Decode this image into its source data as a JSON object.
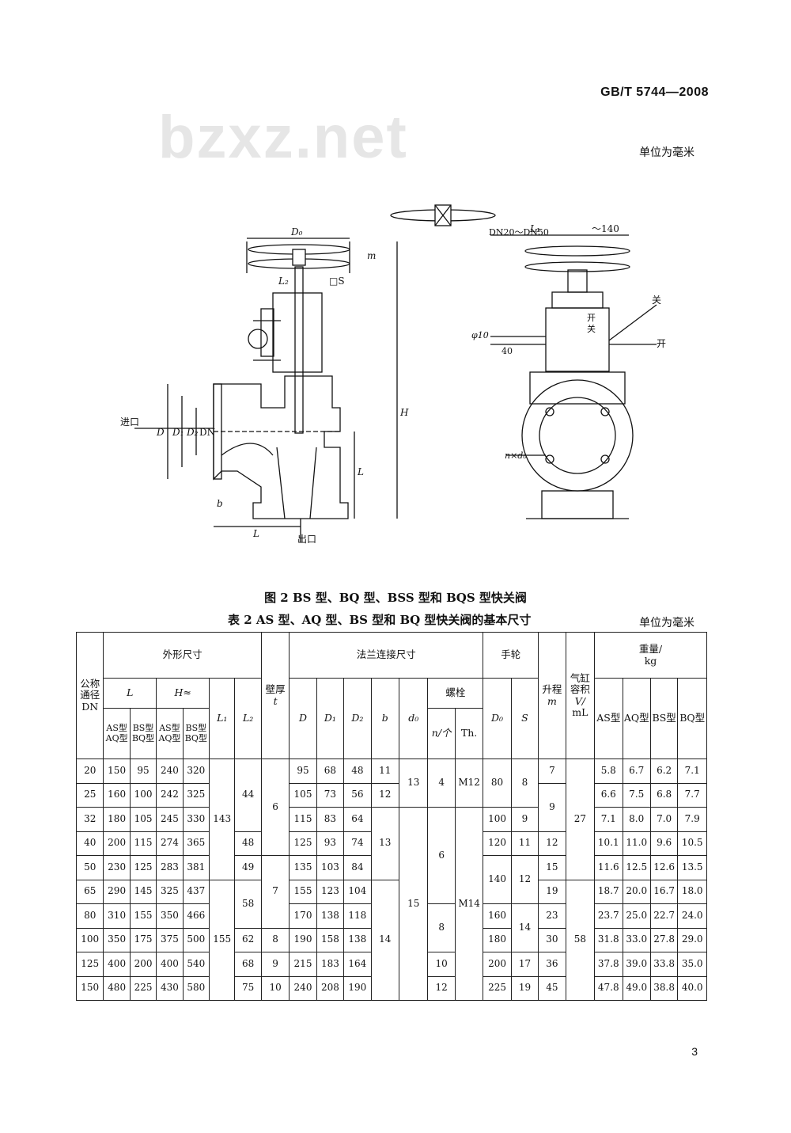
{
  "header": {
    "standard_number": "GB/T 5744—2008"
  },
  "watermark": "bzxz.net",
  "unit_note": "单位为毫米",
  "figure": {
    "caption": "图 2   BS 型、BQ 型、BSS 型和 BQS 型快关阀",
    "labels": {
      "handwheel_range": "DN20～DN50",
      "D0": "D₀",
      "m": "m",
      "L2": "L₂",
      "sq_s": "□S",
      "inlet": "进口",
      "outlet": "出口",
      "D": "D",
      "D1": "D₁",
      "D2": "D₂",
      "DN": "DN",
      "H": "H",
      "L": "L",
      "b": "b",
      "L1": "L₁",
      "approx140": "～140",
      "close_outer": "关",
      "open_mark": "开",
      "close_mark": "关",
      "open_outer": "开",
      "phi10": "φ10",
      "forty": "40",
      "n_d0": "n×d₀"
    }
  },
  "table": {
    "caption": "表 2   AS 型、AQ 型、BS 型和 BQ 型快关阀的基本尺寸",
    "unit_note": "单位为毫米",
    "headers": {
      "dn": "公称通径DN",
      "outline": "外形尺寸",
      "L": "L",
      "H": "H≈",
      "as_aq": "AS型AQ型",
      "bs_bq": "BS型BQ型",
      "L1": "L₁",
      "L2": "L₂",
      "wall": "壁厚",
      "t": "t",
      "flange": "法兰连接尺寸",
      "D": "D",
      "D1": "D₁",
      "D2": "D₂",
      "b": "b",
      "d0": "d₀",
      "bolt": "螺栓",
      "n": "n/个",
      "th": "Th.",
      "handwheel": "手轮",
      "D0": "D₀",
      "S": "S",
      "lift": "升程",
      "m": "m",
      "cyl": "气缸容积",
      "V": "V/",
      "mL": "mL",
      "weight": "重量/",
      "kg": "kg",
      "w_as": "AS型",
      "w_aq": "AQ型",
      "w_bs": "BS型",
      "w_bq": "BQ型"
    },
    "rows": [
      {
        "dn": "20",
        "l_as": "150",
        "l_bs": "95",
        "h_as": "240",
        "h_bs": "320",
        "D": "95",
        "D1": "68",
        "D2": "48",
        "b": "11",
        "m": "7",
        "w": [
          "5.8",
          "6.7",
          "6.2",
          "7.1"
        ]
      },
      {
        "dn": "25",
        "l_as": "160",
        "l_bs": "100",
        "h_as": "242",
        "h_bs": "325",
        "D": "105",
        "D1": "73",
        "D2": "56",
        "b": "12",
        "w": [
          "6.6",
          "7.5",
          "6.8",
          "7.7"
        ]
      },
      {
        "dn": "32",
        "l_as": "180",
        "l_bs": "105",
        "h_as": "245",
        "h_bs": "330",
        "D": "115",
        "D1": "83",
        "D2": "64",
        "D0": "100",
        "S": "9",
        "w": [
          "7.1",
          "8.0",
          "7.0",
          "7.9"
        ]
      },
      {
        "dn": "40",
        "l_as": "200",
        "l_bs": "115",
        "h_as": "274",
        "h_bs": "365",
        "L2": "48",
        "D": "125",
        "D1": "93",
        "D2": "74",
        "D0": "120",
        "S": "11",
        "m": "12",
        "w": [
          "10.1",
          "11.0",
          "9.6",
          "10.5"
        ]
      },
      {
        "dn": "50",
        "l_as": "230",
        "l_bs": "125",
        "h_as": "283",
        "h_bs": "381",
        "L2": "49",
        "D": "135",
        "D1": "103",
        "D2": "84",
        "m": "15",
        "w": [
          "11.6",
          "12.5",
          "12.6",
          "13.5"
        ]
      },
      {
        "dn": "65",
        "l_as": "290",
        "l_bs": "145",
        "h_as": "325",
        "h_bs": "437",
        "D": "155",
        "D1": "123",
        "D2": "104",
        "m": "19",
        "w": [
          "18.7",
          "20.0",
          "16.7",
          "18.0"
        ]
      },
      {
        "dn": "80",
        "l_as": "310",
        "l_bs": "155",
        "h_as": "350",
        "h_bs": "466",
        "D": "170",
        "D1": "138",
        "D2": "118",
        "D0": "160",
        "m": "23",
        "w": [
          "23.7",
          "25.0",
          "22.7",
          "24.0"
        ]
      },
      {
        "dn": "100",
        "l_as": "350",
        "l_bs": "175",
        "h_as": "375",
        "h_bs": "500",
        "L2": "62",
        "t": "8",
        "D": "190",
        "D1": "158",
        "D2": "138",
        "D0": "180",
        "m": "30",
        "w": [
          "31.8",
          "33.0",
          "27.8",
          "29.0"
        ]
      },
      {
        "dn": "125",
        "l_as": "400",
        "l_bs": "200",
        "h_as": "400",
        "h_bs": "540",
        "L2": "68",
        "t": "9",
        "D": "215",
        "D1": "183",
        "D2": "164",
        "n": "10",
        "D0": "200",
        "S": "17",
        "m": "36",
        "w": [
          "37.8",
          "39.0",
          "33.8",
          "35.0"
        ]
      },
      {
        "dn": "150",
        "l_as": "480",
        "l_bs": "225",
        "h_as": "430",
        "h_bs": "580",
        "L2": "75",
        "t": "10",
        "D": "240",
        "D1": "208",
        "D2": "190",
        "n": "12",
        "D0": "225",
        "S": "19",
        "m": "45",
        "w": [
          "47.8",
          "49.0",
          "38.8",
          "40.0"
        ]
      }
    ],
    "merged": {
      "L1_a": "143",
      "L1_b": "155",
      "L2_a": "44",
      "L2_b": "58",
      "t_a": "6",
      "t_b": "7",
      "b_a": "13",
      "b_b": "14",
      "d0_a": "13",
      "d0_b": "15",
      "n_a": "4",
      "n_b": "6",
      "n_c": "8",
      "th_a": "M12",
      "th_b": "M14",
      "D0_a": "80",
      "D0_b": "140",
      "S_a": "8",
      "S_b": "12",
      "S_c": "14",
      "m_a": "9",
      "V_a": "27",
      "V_b": "58"
    }
  },
  "page_number": "3"
}
